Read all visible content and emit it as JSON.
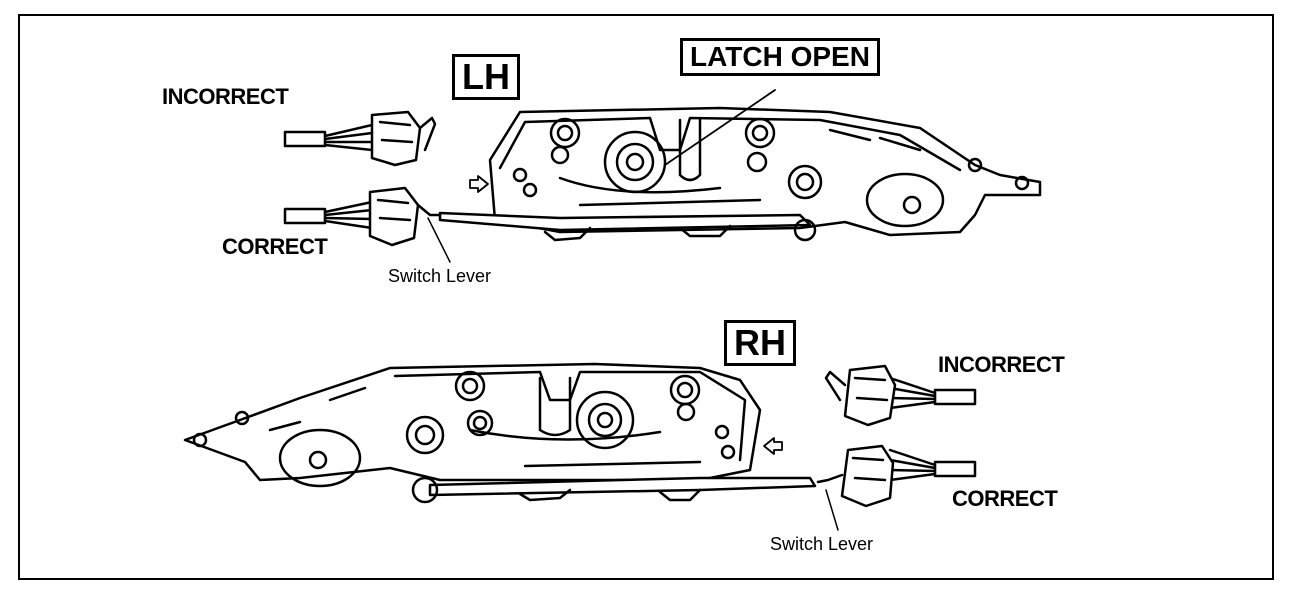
{
  "lh": {
    "tag": "LH",
    "latch_open": "LATCH OPEN",
    "incorrect": "INCORRECT",
    "correct": "CORRECT",
    "switch_lever": "Switch Lever"
  },
  "rh": {
    "tag": "RH",
    "incorrect": "INCORRECT",
    "correct": "CORRECT",
    "switch_lever": "Switch Lever"
  }
}
